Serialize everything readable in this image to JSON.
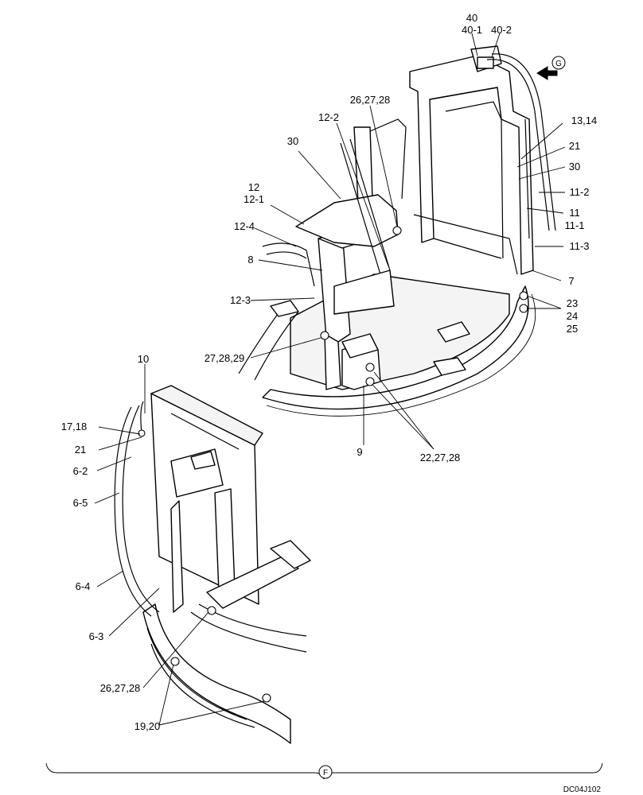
{
  "labels": {
    "l40": "40",
    "l40_1": "40-1",
    "l40_2": "40-2",
    "l26_27_28_top": "26,27,28",
    "l12_2": "12-2",
    "l13_14": "13,14",
    "l30_left": "30",
    "l21_right": "21",
    "l30_right": "30",
    "l12": "12",
    "l12_1": "12-1",
    "l11_2": "11-2",
    "l11": "11",
    "l11_1": "11-1",
    "l12_4": "12-4",
    "l11_3": "11-3",
    "l8": "8",
    "l7": "7",
    "l12_3": "12-3",
    "l23": "23",
    "l24": "24",
    "l25": "25",
    "l27_28_29": "27,28,29",
    "l10": "10",
    "l9": "9",
    "l22_27_28": "22,27,28",
    "l17_18": "17,18",
    "l21_left": "21",
    "l6_2": "6-2",
    "l6_5": "6-5",
    "l6_4": "6-4",
    "l6_3": "6-3",
    "l26_27_28_bottom": "26,27,28",
    "l19_20": "19,20"
  },
  "view_markers": {
    "g": "G",
    "f": "F"
  },
  "drawing_code": "DC04J102",
  "icons": {
    "view_arrow": "arrow-left-icon",
    "view_circle_g": "circle-letter-icon",
    "view_circle_f": "circle-letter-icon"
  }
}
